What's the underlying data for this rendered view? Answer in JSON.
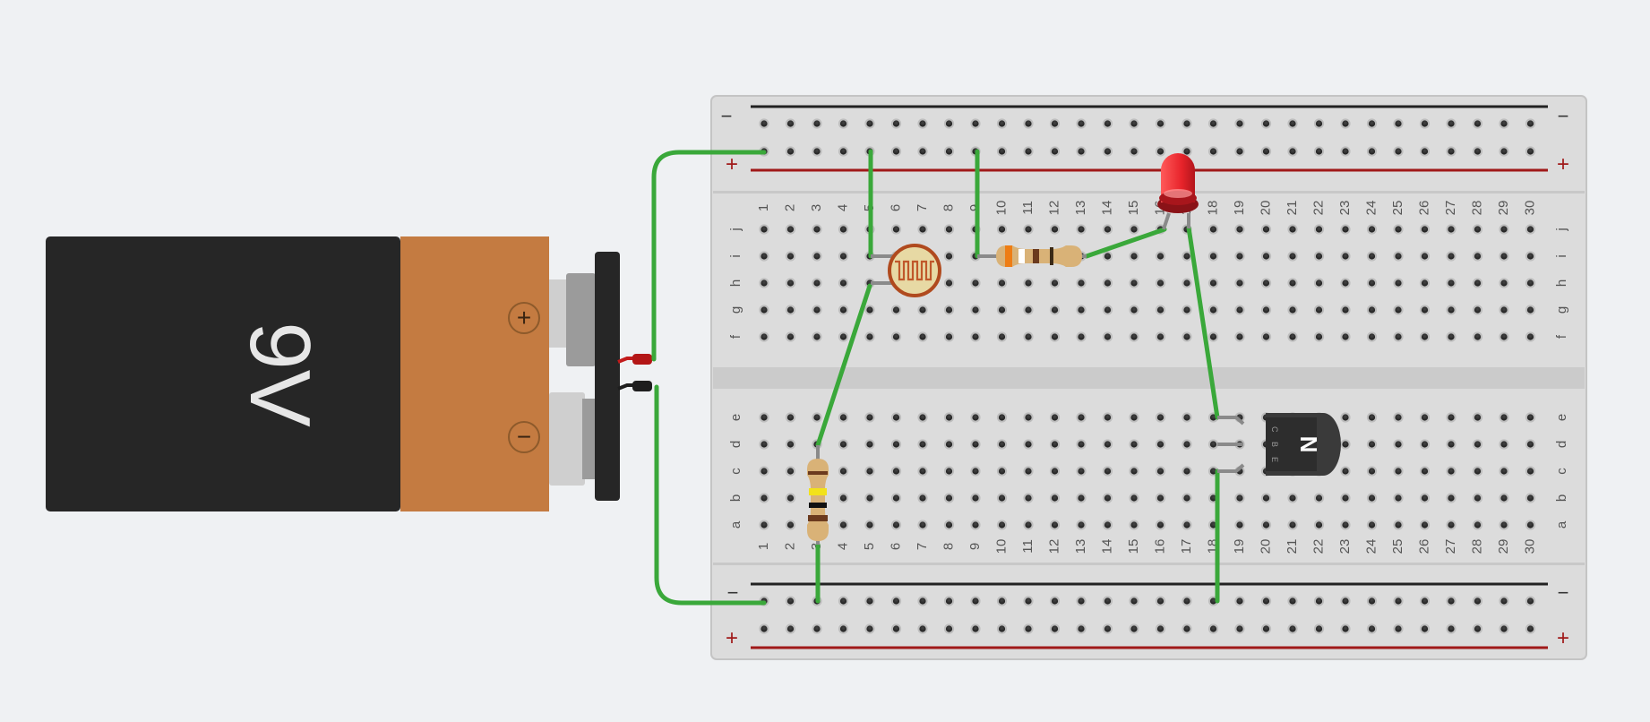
{
  "battery": {
    "label": "9V",
    "terminal_plus": "+",
    "terminal_minus": "−"
  },
  "breadboard": {
    "columns": [
      "1",
      "2",
      "3",
      "4",
      "5",
      "6",
      "7",
      "8",
      "9",
      "10",
      "11",
      "12",
      "13",
      "14",
      "15",
      "16",
      "17",
      "18",
      "19",
      "20",
      "21",
      "22",
      "23",
      "24",
      "25",
      "26",
      "27",
      "28",
      "29",
      "30"
    ],
    "rows_top": [
      "j",
      "i",
      "h",
      "g",
      "f"
    ],
    "rows_bottom": [
      "e",
      "d",
      "c",
      "b",
      "a"
    ],
    "rail_minus": "−",
    "rail_plus": "+"
  },
  "components": {
    "transistor_label": "N",
    "transistor_pins": [
      "C",
      "B",
      "E"
    ]
  },
  "colors": {
    "wire": "#3aa83a",
    "rail_plus": "#a01919",
    "rail_minus": "#222222",
    "battery_body": "#262626",
    "battery_band": "#c47b41",
    "led": "#e8242b",
    "breadboard": "#dcdcdc"
  }
}
